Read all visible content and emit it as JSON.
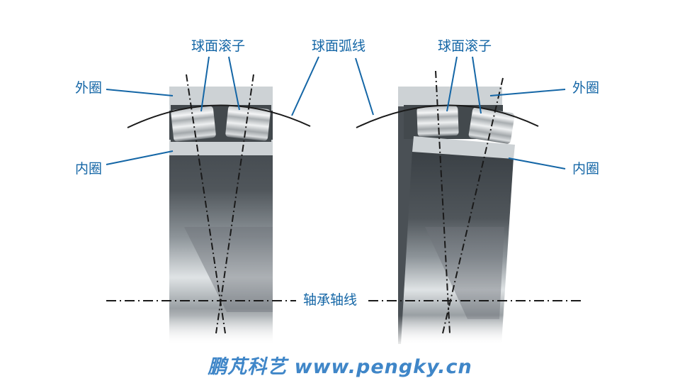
{
  "labels": {
    "spherical_roller_left": "球面滚子",
    "spherical_arc": "球面弧线",
    "spherical_roller_right": "球面滚子",
    "outer_ring_left": "外圈",
    "inner_ring_left": "内圈",
    "outer_ring_right": "外圈",
    "inner_ring_right": "内圈",
    "bearing_axis": "轴承轴线"
  },
  "watermark": "鹏芃科艺 www.pengky.cn",
  "colors": {
    "label_text": "#1466a6",
    "leader_line": "#1466a6",
    "watermark": "#3f86c8",
    "axis_line": "#1a1a1a",
    "ring_light": "#c9cfd3",
    "ring_dark": "#3d4348"
  }
}
